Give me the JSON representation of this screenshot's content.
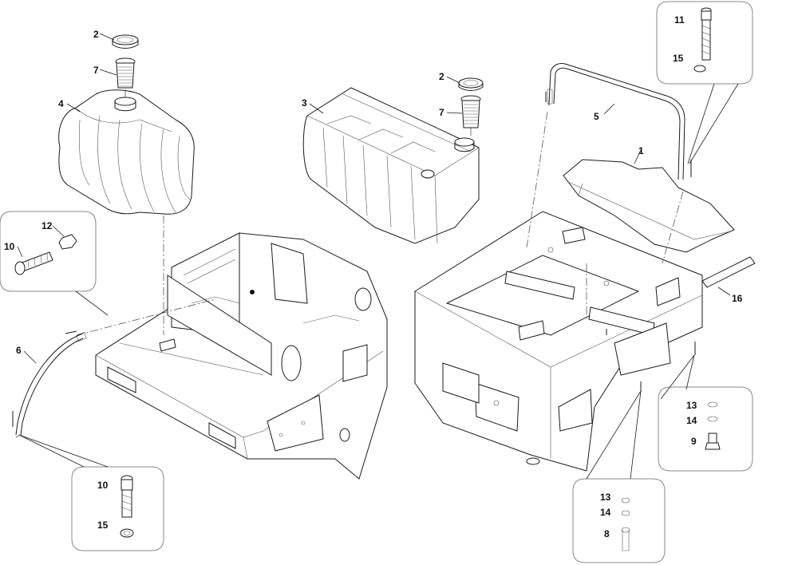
{
  "diagram": {
    "callouts": {
      "left_cap": "2",
      "left_strainer": "7",
      "left_tank": "4",
      "left_bolt_top": "12",
      "left_screw_top": "10",
      "left_bar": "6",
      "left_detail_screw": "10",
      "left_detail_washer": "15",
      "center_cap": "2",
      "center_strainer": "7",
      "center_tank": "3",
      "right_bar": "5",
      "right_plate": "1",
      "right_rod": "16",
      "right_detail_screw": "11",
      "right_detail_washer": "15",
      "rd_13": "13",
      "rd_14": "14",
      "rd_9": "9",
      "bd_13": "13",
      "bd_14": "14",
      "bd_8": "8"
    }
  }
}
